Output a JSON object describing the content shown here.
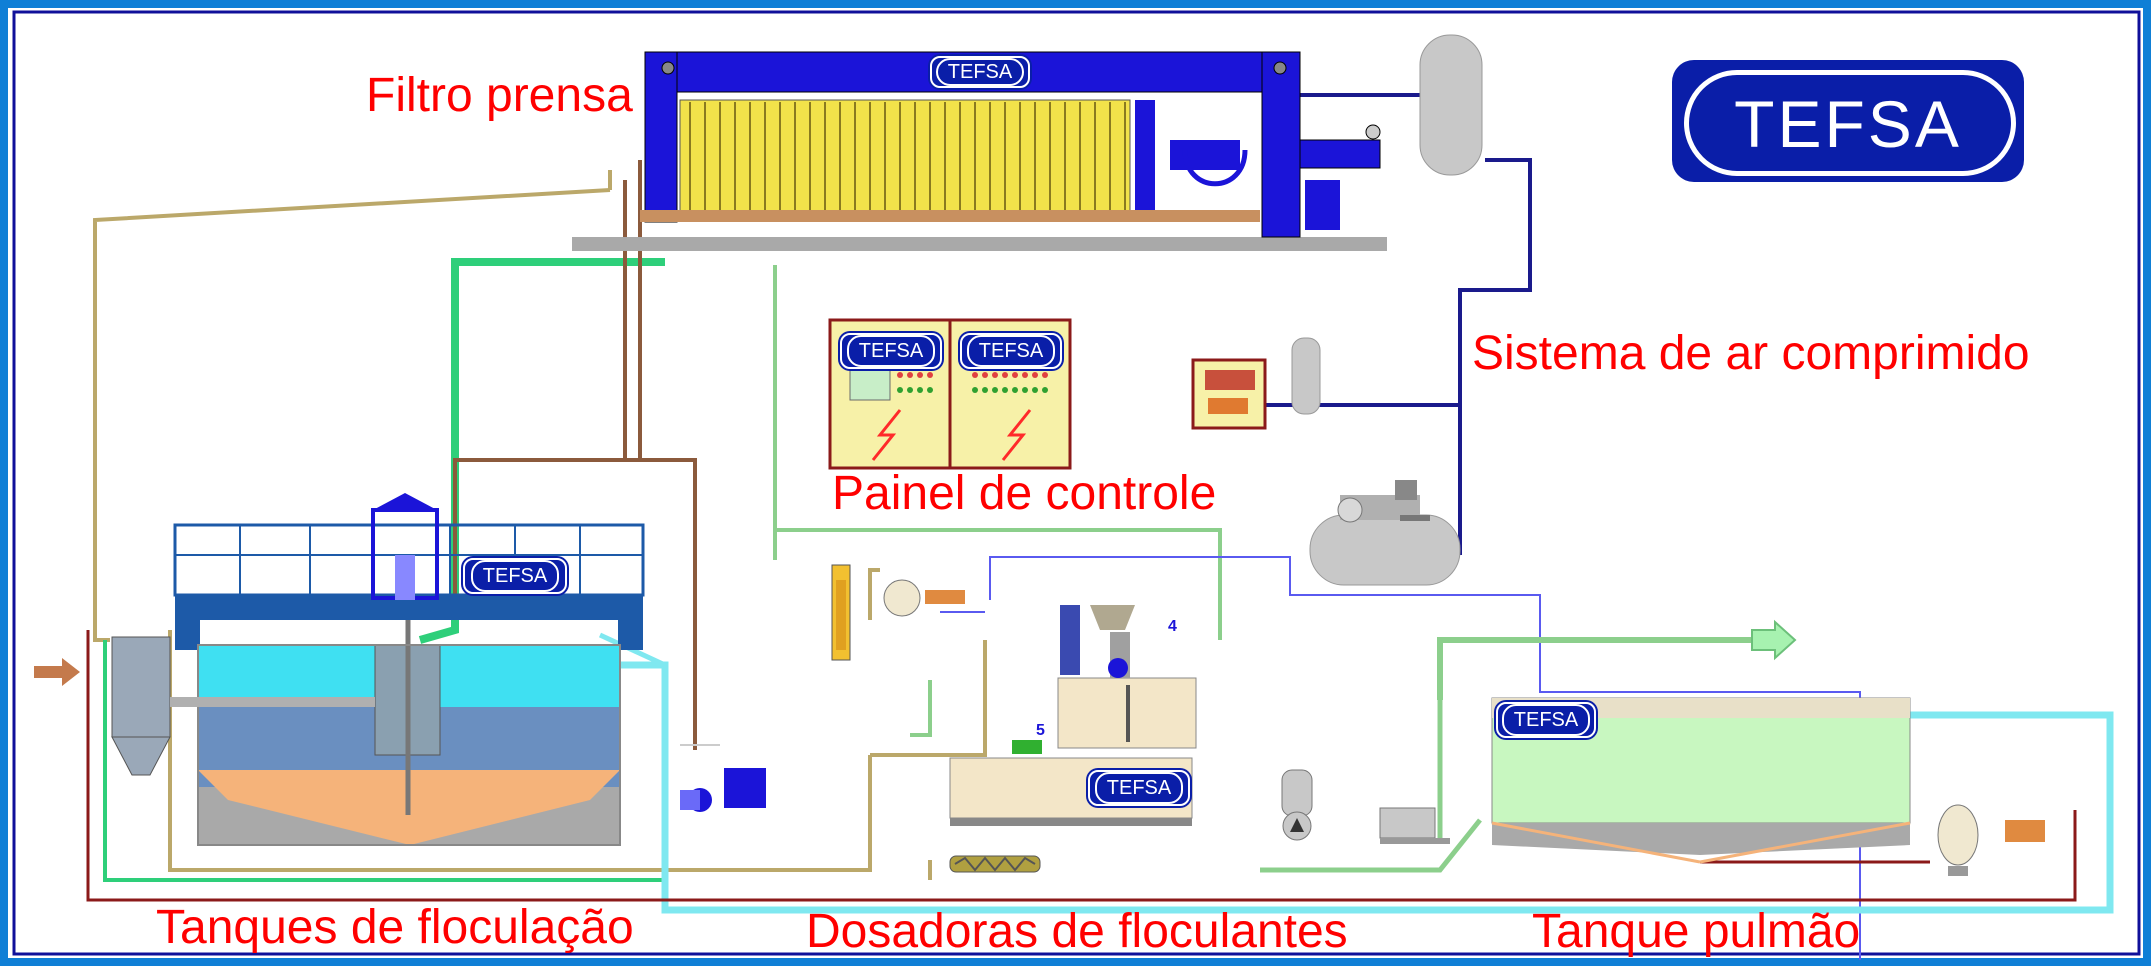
{
  "labels": {
    "filter_press": "Filtro prensa",
    "air_system": "Sistema de ar comprimido",
    "control_panel": "Painel de controle",
    "flocculation_tanks": "Tanques de floculação",
    "flocculant_dosers": "Dosadoras de floculantes",
    "buffer_tank": "Tanque pulmão"
  },
  "brand": "TEFSA",
  "doser_numbers": [
    "4",
    "5"
  ],
  "colors": {
    "frame_blue": "#0f7fd6",
    "equipment_blue": "#1b14d8",
    "label_red": "#ff0000",
    "brand_blue": "#0a1ea8",
    "filter_plates": "#f2e24a",
    "control_panel": "#f7f1a8",
    "tank_water": "#3fe0f2",
    "sludge": "#f5b37a",
    "buffer_liquid": "#c8f7c0",
    "pipe_green": "#2ecf7a",
    "pipe_brown": "#8b5a3c",
    "pipe_olive": "#bba86a",
    "pipe_cyan": "#7fe8f0",
    "pipe_navy": "#1a1a8c",
    "pipe_darkred": "#8b1a1a"
  }
}
